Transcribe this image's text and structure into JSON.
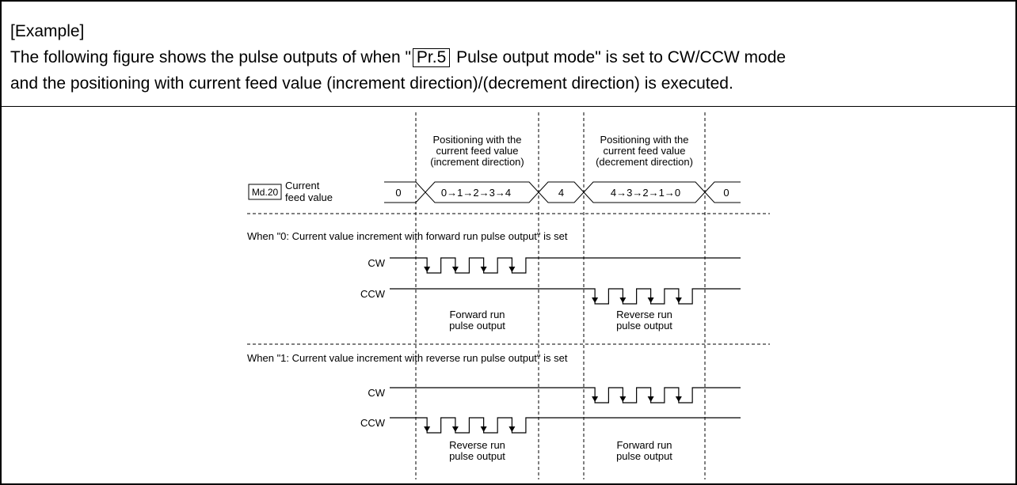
{
  "example": {
    "heading": "[Example]",
    "intro_part1": "The following figure shows the pulse outputs of when \"",
    "param_label": "Pr.5",
    "intro_part2": "Pulse output mode\" is set to CW/CCW mode",
    "intro_line2": "and the positioning with current feed value (increment direction)/(decrement direction) is executed."
  },
  "diagram": {
    "phase_labels": [
      [
        "Positioning with the",
        "current feed value",
        "(increment direction)"
      ],
      [
        "Positioning with the",
        "current feed value",
        "(decrement direction)"
      ]
    ],
    "md_label": "Md.20",
    "feed_label": [
      "Current",
      "feed value"
    ],
    "feed_values": [
      "0",
      "0→1→2→3→4",
      "4",
      "4→3→2→1→0",
      "0"
    ],
    "sections": [
      {
        "title": "When \"0: Current value increment with forward run pulse output\" is set",
        "signals": [
          "CW",
          "CCW"
        ],
        "annotations": [
          [
            "Forward run",
            "pulse output"
          ],
          [
            "Reverse run",
            "pulse output"
          ]
        ]
      },
      {
        "title": "When \"1: Current value increment with reverse run pulse output\" is set",
        "signals": [
          "CW",
          "CCW"
        ],
        "annotations": [
          [
            "Reverse run",
            "pulse output"
          ],
          [
            "Forward run",
            "pulse output"
          ]
        ]
      }
    ],
    "pulse_count": 4
  }
}
